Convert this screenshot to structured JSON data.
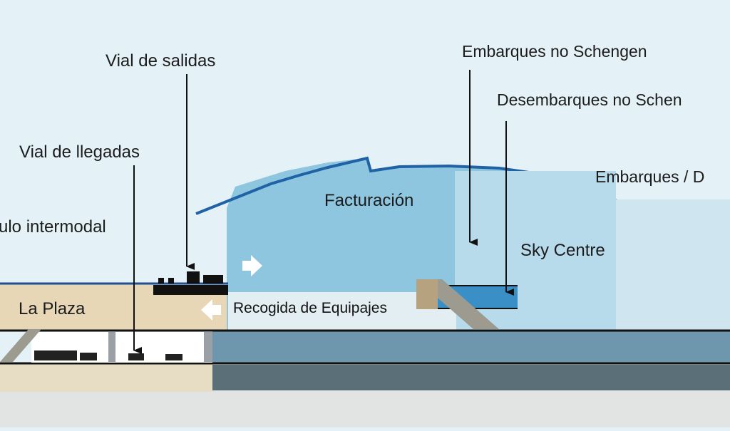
{
  "diagram": {
    "labels": {
      "vial_salidas": "Vial de salidas",
      "vial_llegadas": "Vial de llegadas",
      "intermodal": "ulo intermodal",
      "la_plaza": "La Plaza",
      "facturacion": "Facturación",
      "embarques_no_schengen": "Embarques no Schengen",
      "desembarques_no_schengen": "Desembarques no Schen",
      "embarques_d": "Embarques / D",
      "sky_centre": "Sky Centre",
      "recogida_equipajes": "Recogida de Equipajes"
    },
    "colors": {
      "sky": "#e4f2f7",
      "terminal_blue": "#8ec6e0",
      "sky_centre_blue": "#b7dbeb",
      "plaza_tan": "#e8d7b6",
      "platform_blue": "#6e97ad",
      "basement_gray": "#5a6f78",
      "water_blue": "#3a8fc6"
    }
  }
}
